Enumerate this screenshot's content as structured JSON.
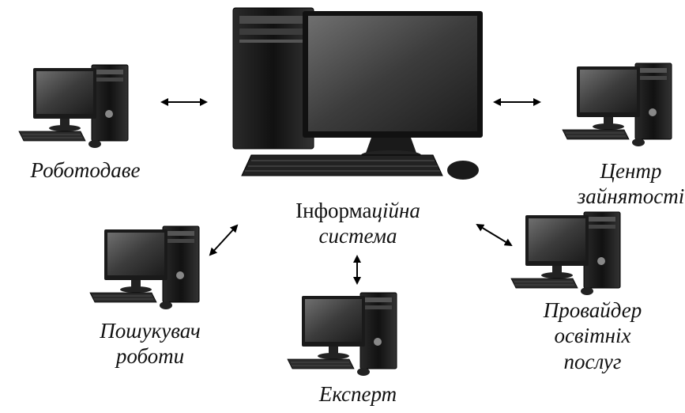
{
  "center": {
    "label_line1_normal": "Інформа",
    "label_line1_italic": "ційна",
    "label_line2": "система"
  },
  "nodes": {
    "employer": {
      "label": "Роботодаве"
    },
    "employment_center": {
      "label_line1": "Центр",
      "label_line2": "зайнятості"
    },
    "job_seeker": {
      "label_line1": "Пошукувач",
      "label_line2": "роботи"
    },
    "expert": {
      "label": "Експерт"
    },
    "education_provider": {
      "label_line1": "Провайдер",
      "label_line2": "освітніх",
      "label_line3": "послуг"
    }
  }
}
